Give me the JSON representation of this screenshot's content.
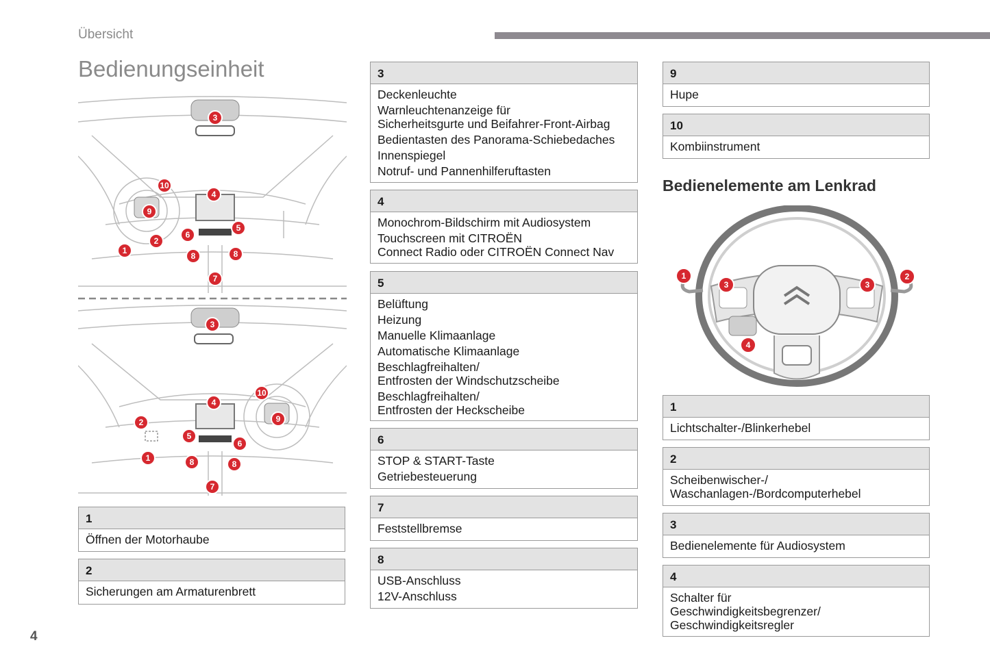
{
  "header": {
    "section": "Übersicht",
    "title": "Bedienungseinheit"
  },
  "page_number": "4",
  "steering_heading": "Bedienelemente am Lenkrad",
  "cabin_markers": [
    "1",
    "2",
    "3",
    "4",
    "5",
    "6",
    "7",
    "8",
    "9",
    "10"
  ],
  "steering_markers": [
    "1",
    "2",
    "3",
    "4"
  ],
  "boxes": [
    {
      "num": "1",
      "items": [
        "Öffnen der Motorhaube"
      ]
    },
    {
      "num": "2",
      "items": [
        "Sicherungen am Armaturenbrett"
      ]
    },
    {
      "num": "3",
      "items": [
        "Deckenleuchte",
        "Warnleuchtenanzeige für\nSicherheitsgurte und Beifahrer-Front-Airbag",
        "Bedientasten des Panorama-Schiebedaches",
        "Innenspiegel",
        "Notruf- und Pannenhilferuftasten"
      ]
    },
    {
      "num": "4",
      "items": [
        "Monochrom-Bildschirm mit Audiosystem",
        "Touchscreen mit CITROËN\nConnect Radio oder CITROËN Connect Nav"
      ]
    },
    {
      "num": "5",
      "items": [
        "Belüftung",
        "Heizung",
        "Manuelle Klimaanlage",
        "Automatische Klimaanlage",
        "Beschlagfreihalten/\nEntfrosten der Windschutzscheibe",
        "Beschlagfreihalten/\nEntfrosten der Heckscheibe"
      ]
    },
    {
      "num": "6",
      "items": [
        "STOP & START-Taste",
        "Getriebesteuerung"
      ]
    },
    {
      "num": "7",
      "items": [
        "Feststellbremse"
      ]
    },
    {
      "num": "8",
      "items": [
        "USB-Anschluss",
        "12V-Anschluss"
      ]
    },
    {
      "num": "9",
      "items": [
        "Hupe"
      ]
    },
    {
      "num": "10",
      "items": [
        "Kombiinstrument"
      ]
    },
    {
      "num": "1",
      "items": [
        "Lichtschalter-/Blinkerhebel"
      ]
    },
    {
      "num": "2",
      "items": [
        "Scheibenwischer-/\nWaschanlagen-/Bordcomputerhebel"
      ]
    },
    {
      "num": "3",
      "items": [
        "Bedienelemente für Audiosystem"
      ]
    },
    {
      "num": "4",
      "items": [
        "Schalter für\nGeschwindigkeitsbegrenzer/\nGeschwindigkeitsregler"
      ]
    }
  ]
}
